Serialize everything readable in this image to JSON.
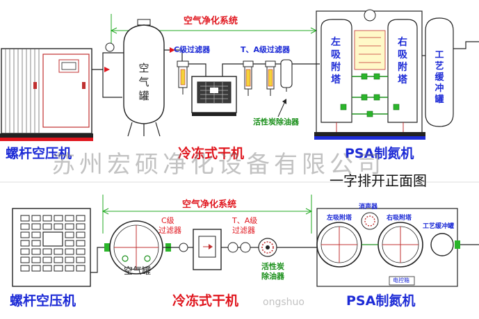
{
  "top": {
    "system_label": "空气净化系统",
    "compressor_label": "螺杆空压机",
    "tank_label": "空气罐",
    "c_filter_label": "C级过滤器",
    "ta_filter_label": "T、A级过滤器",
    "dryer_label": "冷冻式干机",
    "carbon_label": "活性炭除油器",
    "left_tower_label": "左吸附塔",
    "right_tower_label": "右吸附塔",
    "buffer_label": "工艺缓冲罐",
    "psa_label": "PSA制氮机"
  },
  "view_captions": {
    "front": "一字排开正面图"
  },
  "watermark": "苏州宏硕净化设备有限公司",
  "bottom": {
    "system_label": "空气净化系统",
    "compressor_label": "螺杆空压机",
    "tank_label": "空气罐",
    "c_filter_label_1": "C级",
    "c_filter_label_2": "过滤器",
    "ta_filter_label_1": "T、A级",
    "ta_filter_label_2": "过滤器",
    "dryer_label": "冷冻式干机",
    "carbon_label_1": "活性炭",
    "carbon_label_2": "除油器",
    "silencer_label": "消声器",
    "left_tower_label": "左吸附塔",
    "right_tower_label": "右吸附塔",
    "buffer_label": "工艺缓冲罐",
    "control_label": "电控箱",
    "psa_label": "PSA制氮机",
    "partial_watermark": "ongshuo"
  },
  "colors": {
    "red": "#e0161e",
    "blue": "#1d2bd6",
    "green": "#1a8f1a",
    "line_green": "#22aa22"
  }
}
